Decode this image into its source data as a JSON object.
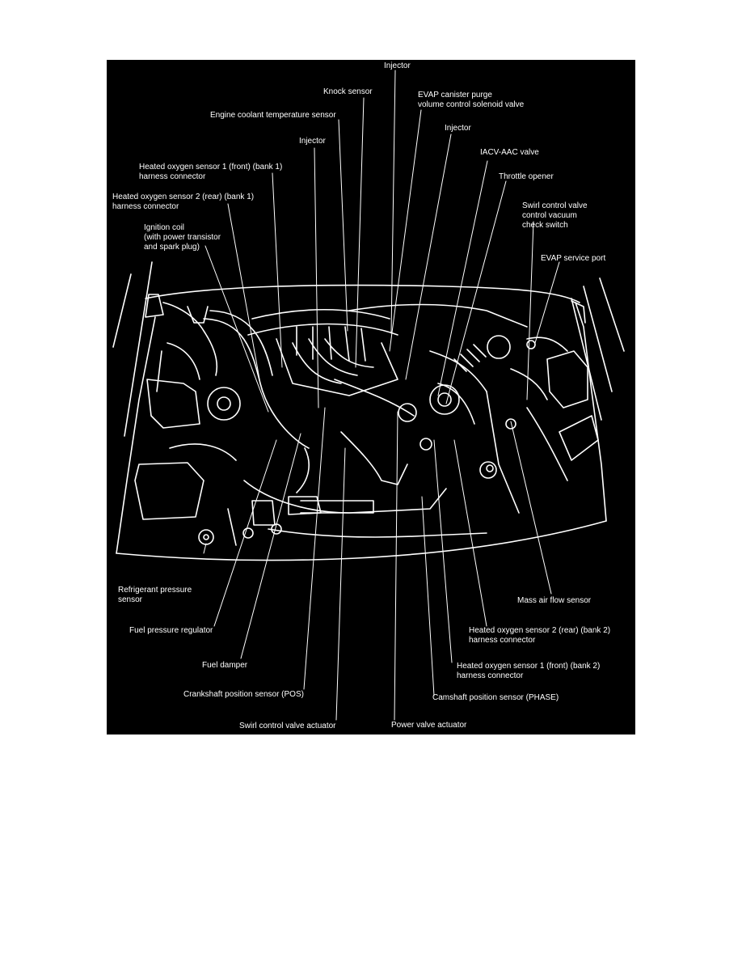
{
  "colors": {
    "page": "#ffffff",
    "panel": "#000000",
    "ink": "#ffffff"
  },
  "labels": {
    "injector_top": "Injector",
    "knock_sensor": "Knock sensor",
    "evap_purge_1": "EVAP canister purge",
    "evap_purge_2": "volume control solenoid valve",
    "coolant_temp": "Engine coolant temperature sensor",
    "injector_right": "Injector",
    "injector_left": "Injector",
    "iacv": "IACV-AAC valve",
    "ho2s1_b1_1": "Heated oxygen sensor 1 (front) (bank 1)",
    "ho2s1_b1_2": "harness connector",
    "throttle_opener": "Throttle opener",
    "ho2s2_b1_1": "Heated oxygen sensor 2 (rear) (bank 1)",
    "ho2s2_b1_2": "harness connector",
    "swirl_switch_1": "Swirl control valve",
    "swirl_switch_2": "control vacuum",
    "swirl_switch_3": "check switch",
    "ignition_1": "Ignition coil",
    "ignition_2": "(with power transistor",
    "ignition_3": "and spark plug)",
    "evap_port": "EVAP service port",
    "refrigerant_1": "Refrigerant pressure",
    "refrigerant_2": "sensor",
    "maf": "Mass air flow sensor",
    "fuel_reg": "Fuel pressure regulator",
    "ho2s2_b2_1": "Heated oxygen sensor 2 (rear) (bank 2)",
    "ho2s2_b2_2": "harness connector",
    "fuel_damper": "Fuel damper",
    "ho2s1_b2_1": "Heated oxygen sensor 1 (front) (bank 2)",
    "ho2s1_b2_2": "harness connector",
    "ckp": "Crankshaft position sensor (POS)",
    "cmp": "Camshaft position sensor (PHASE)",
    "swirl_actuator": "Swirl control valve actuator",
    "power_valve": "Power valve actuator"
  }
}
